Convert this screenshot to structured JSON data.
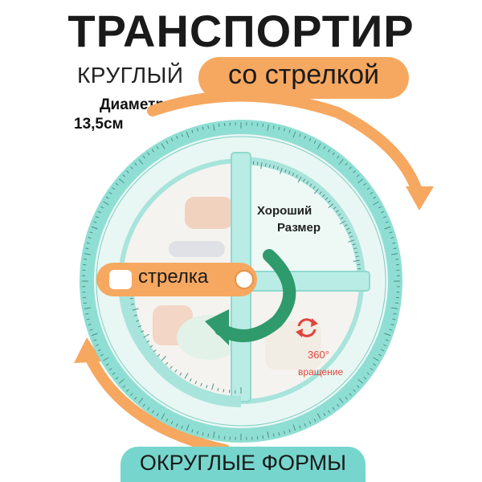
{
  "title": "ТРАНСПОРТИР",
  "subtitle_left": "КРУГЛЫЙ",
  "subtitle_pill": "со стрелкой",
  "diameter_label": "Диаметр",
  "diameter_value": "13,5см",
  "good_size_line1": "Хороший",
  "good_size_line2": "Размер",
  "arrow_label": "стрелка",
  "rotation_degrees": "360°",
  "rotation_label": "вращение",
  "bottom_banner": "ОКРУГЛЫЕ ФОРМЫ",
  "colors": {
    "accent_orange": "#f6a861",
    "protractor_teal": "#aee8e0",
    "ring_teal": "#8fded3",
    "arrow_green": "#2f9a6c",
    "rotate_red": "#e0453c",
    "bottom_banner": "#76d6cd"
  },
  "icons": [
    "rotate-arrows-icon",
    "curved-green-arrow-icon",
    "orange-swirl-arrow-icon"
  ]
}
